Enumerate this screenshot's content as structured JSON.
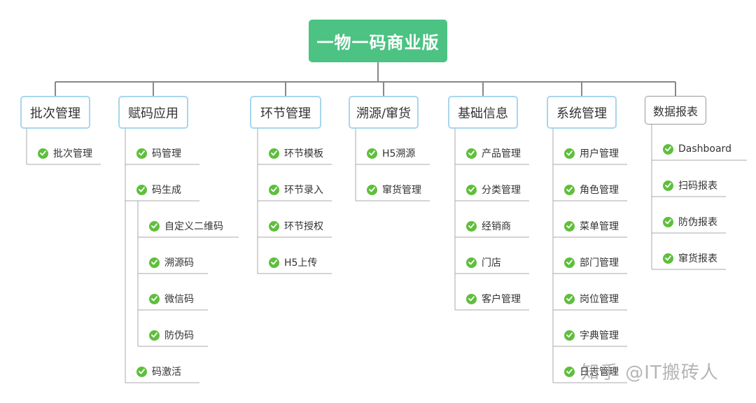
{
  "root": "一物一码商业版",
  "categories": [
    {
      "label": "批次管理",
      "items": [
        {
          "label": "批次管理"
        }
      ]
    },
    {
      "label": "赋码应用",
      "items": [
        {
          "label": "码管理"
        },
        {
          "label": "码生成",
          "children": [
            {
              "label": "自定义二维码"
            },
            {
              "label": "溯源码"
            },
            {
              "label": "微信码"
            },
            {
              "label": "防伪码"
            }
          ]
        },
        {
          "label": "码激活"
        }
      ]
    },
    {
      "label": "环节管理",
      "items": [
        {
          "label": "环节模板"
        },
        {
          "label": "环节录入"
        },
        {
          "label": "环节授权"
        },
        {
          "label": "H5上传"
        }
      ]
    },
    {
      "label": "溯源/窜货",
      "items": [
        {
          "label": "H5溯源"
        },
        {
          "label": "窜货管理"
        }
      ]
    },
    {
      "label": "基础信息",
      "items": [
        {
          "label": "产品管理"
        },
        {
          "label": "分类管理"
        },
        {
          "label": "经销商"
        },
        {
          "label": "门店"
        },
        {
          "label": "客户管理"
        }
      ]
    },
    {
      "label": "系统管理",
      "items": [
        {
          "label": "用户管理"
        },
        {
          "label": "角色管理"
        },
        {
          "label": "菜单管理"
        },
        {
          "label": "部门管理"
        },
        {
          "label": "岗位管理"
        },
        {
          "label": "字典管理"
        },
        {
          "label": "日志管理"
        }
      ]
    },
    {
      "label": "数据报表",
      "items": [
        {
          "label": "Dashboard"
        },
        {
          "label": "扫码报表"
        },
        {
          "label": "防伪报表"
        },
        {
          "label": "窜货报表"
        }
      ]
    }
  ],
  "watermark": "知乎 @IT搬砖人",
  "colors": {
    "root": "#4cc283",
    "check": "#5fbf3c",
    "cat_border": "#a8d6ee",
    "line": "#888888"
  }
}
